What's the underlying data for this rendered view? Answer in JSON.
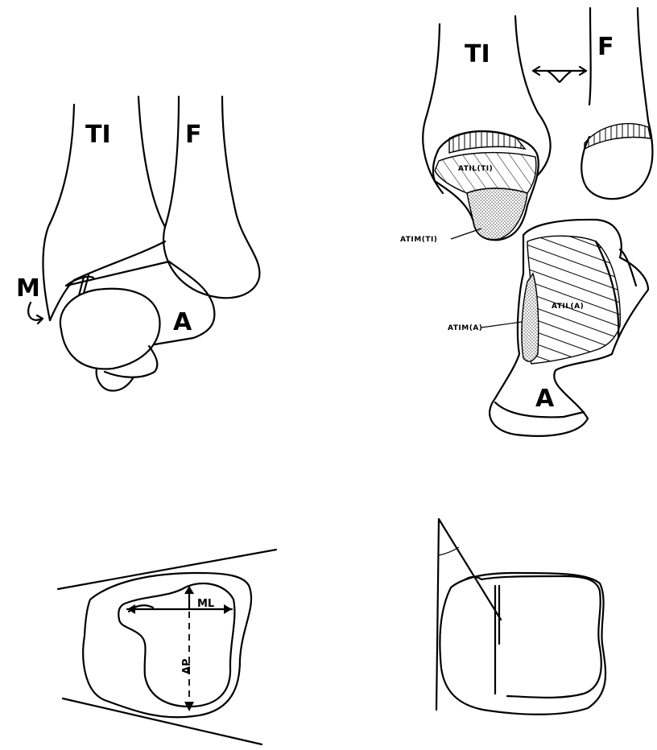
{
  "panel_a": {
    "tibia": "TI",
    "fibula": "F",
    "medial": "M",
    "talus": "A"
  },
  "panel_b": {
    "tibia": "TI",
    "fibula": "F",
    "atil_ti": "ATIL(TI)",
    "atim_ti": "ATIM(TI)",
    "atil_a": "ATIL(A)",
    "atim_a": "ATIM(A)",
    "talus": "A"
  },
  "panel_c": {
    "ml": "ML",
    "ap": "AP"
  },
  "colors": {
    "ink": "#000000",
    "paper": "#ffffff",
    "stipple": "#9a9a9a"
  }
}
